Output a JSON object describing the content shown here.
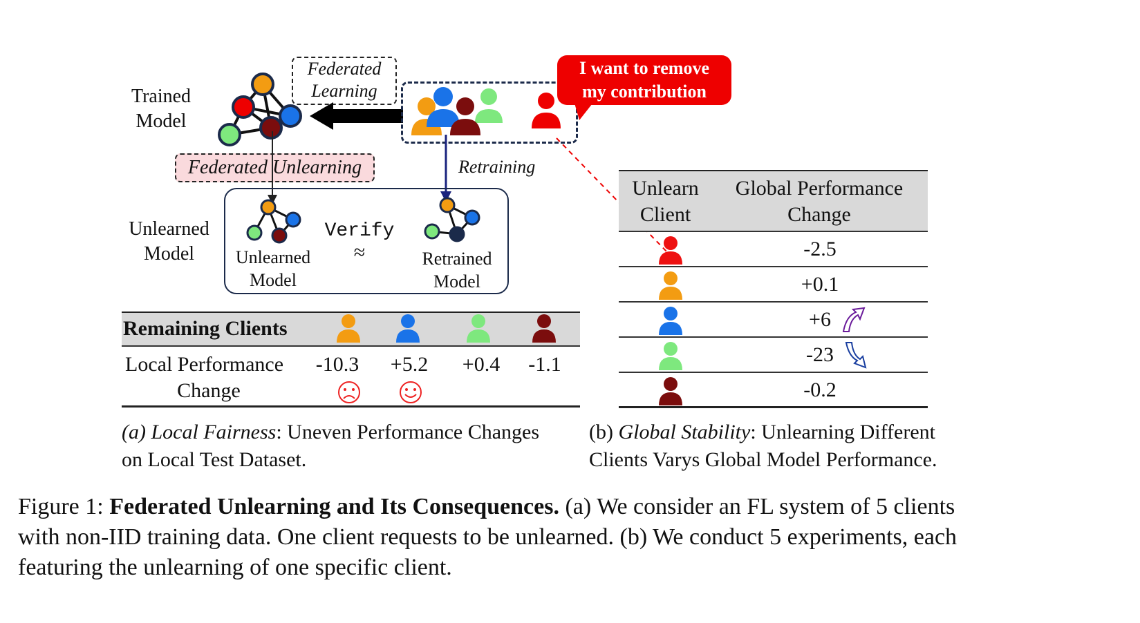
{
  "labels": {
    "trained_model": "Trained\nModel",
    "federated_learning_1": "Federated",
    "federated_learning_2": "Learning",
    "federated_unlearning": "Federated Unlearning",
    "retraining": "Retraining",
    "unlearned_model_side": "Unlearned\nModel",
    "unlearned_model_inner": "Unlearned\nModel",
    "verify": "Verify",
    "approx": "≈",
    "retrained_model": "Retrained\nModel",
    "callout": "I want to remove\nmy contribution"
  },
  "colors": {
    "orange": "#f39c12",
    "blue": "#1a73e8",
    "darkred": "#7b0d0d",
    "green": "#7ee87e",
    "red": "#ee1111",
    "navy": "#1b2a4a",
    "arrow_blue": "#1a237e"
  },
  "icons": {
    "client_icon": "person-icon",
    "sad_face": "sad-face-icon",
    "happy_face": "happy-face-icon",
    "up_arrow": "curved-up-arrow-icon",
    "down_arrow": "curved-down-arrow-icon"
  },
  "local_table": {
    "header": "Remaining Clients",
    "row_label_1": "Local Performance",
    "row_label_2": "Change",
    "values": [
      "-10.3",
      "+5.2",
      "+0.4",
      "-1.1"
    ],
    "client_colors": [
      "orange",
      "blue",
      "green",
      "darkred"
    ],
    "reactions": [
      "sad",
      "happy",
      "",
      ""
    ]
  },
  "global_table": {
    "col1_header": "Unlearn\nClient",
    "col2_header": "Global Performance\nChange",
    "rows": [
      {
        "client": "red",
        "value": "-2.5",
        "trend": ""
      },
      {
        "client": "orange",
        "value": "+0.1",
        "trend": ""
      },
      {
        "client": "blue",
        "value": "+6",
        "trend": "up"
      },
      {
        "client": "green",
        "value": "-23",
        "trend": "down"
      },
      {
        "client": "darkred",
        "value": "-0.2",
        "trend": ""
      }
    ]
  },
  "captions": {
    "a_label": "(a) ",
    "a_title": "Local Fairness",
    "a_rest_1": ": Uneven Performance Changes",
    "a_rest_2": "on Local Test Dataset.",
    "b_label": "(b) ",
    "b_title": "Global Stability",
    "b_rest_1": ": Unlearning Different",
    "b_rest_2": "Clients Varys Global Model Performance."
  },
  "figure_caption": {
    "prefix": "Figure 1: ",
    "title": "Federated Unlearning and Its Consequences.",
    "text_1": " (a) We consider an FL system of 5 clients",
    "text_2": "with non-IID training data. One client requests to be unlearned. (b) We conduct 5 experiments, each",
    "text_3": "featuring the unlearning of one specific client."
  }
}
